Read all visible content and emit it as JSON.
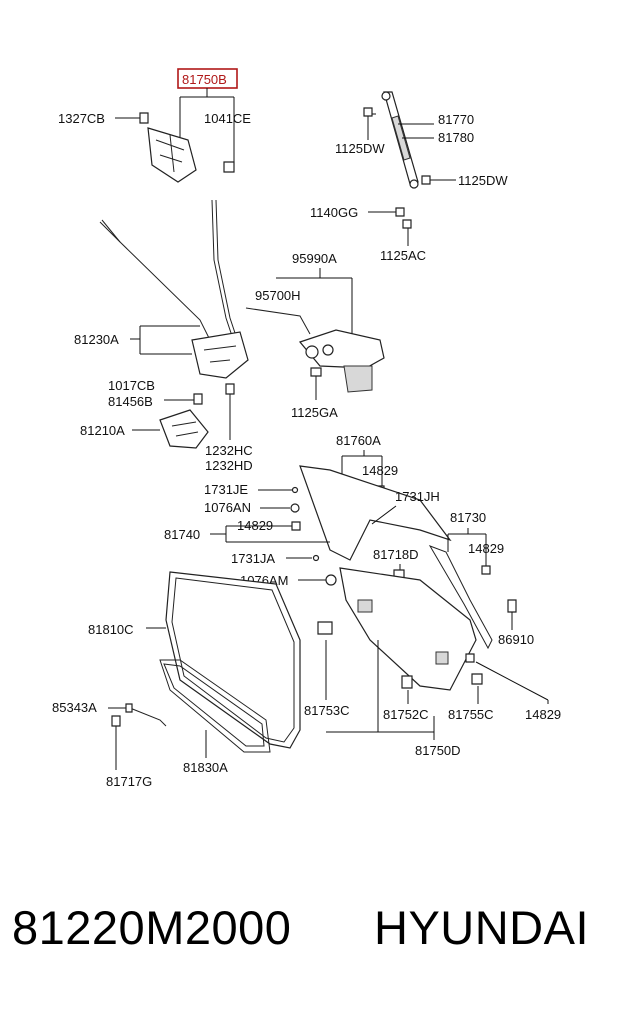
{
  "diagram": {
    "highlighted_label": "81750B",
    "labels": {
      "l1327CB": "1327CB",
      "l1041CE": "1041CE",
      "l81770": "81770",
      "l81780": "81780",
      "l1125DW_a": "1125DW",
      "l1125DW_b": "1125DW",
      "l1140GG": "1140GG",
      "l1125AC": "1125AC",
      "l95990A": "95990A",
      "l95700H": "95700H",
      "l81230A": "81230A",
      "l1017CB": "1017CB",
      "l81456B": "81456B",
      "l1125GA": "1125GA",
      "l81210A": "81210A",
      "l1232HC": "1232HC",
      "l1232HD": "1232HD",
      "l81760A": "81760A",
      "l14829_a": "14829",
      "l1731JE": "1731JE",
      "l1731JH": "1731JH",
      "l1076AN": "1076AN",
      "l81730": "81730",
      "l81740": "81740",
      "l14829_b": "14829",
      "l14829_c": "14829",
      "l1731JA": "1731JA",
      "l81718D": "81718D",
      "l1076AM": "1076AM",
      "l81810C": "81810C",
      "l86910": "86910",
      "l85343A": "85343A",
      "l81753C": "81753C",
      "l81752C": "81752C",
      "l81755C": "81755C",
      "l14829_d": "14829",
      "l81830A": "81830A",
      "l81750D": "81750D",
      "l81717G": "81717G"
    }
  },
  "footer": {
    "part_number": "81220M2000",
    "brand": "HYUNDAI"
  },
  "colors": {
    "highlight": "#b01818",
    "line": "#111111"
  }
}
